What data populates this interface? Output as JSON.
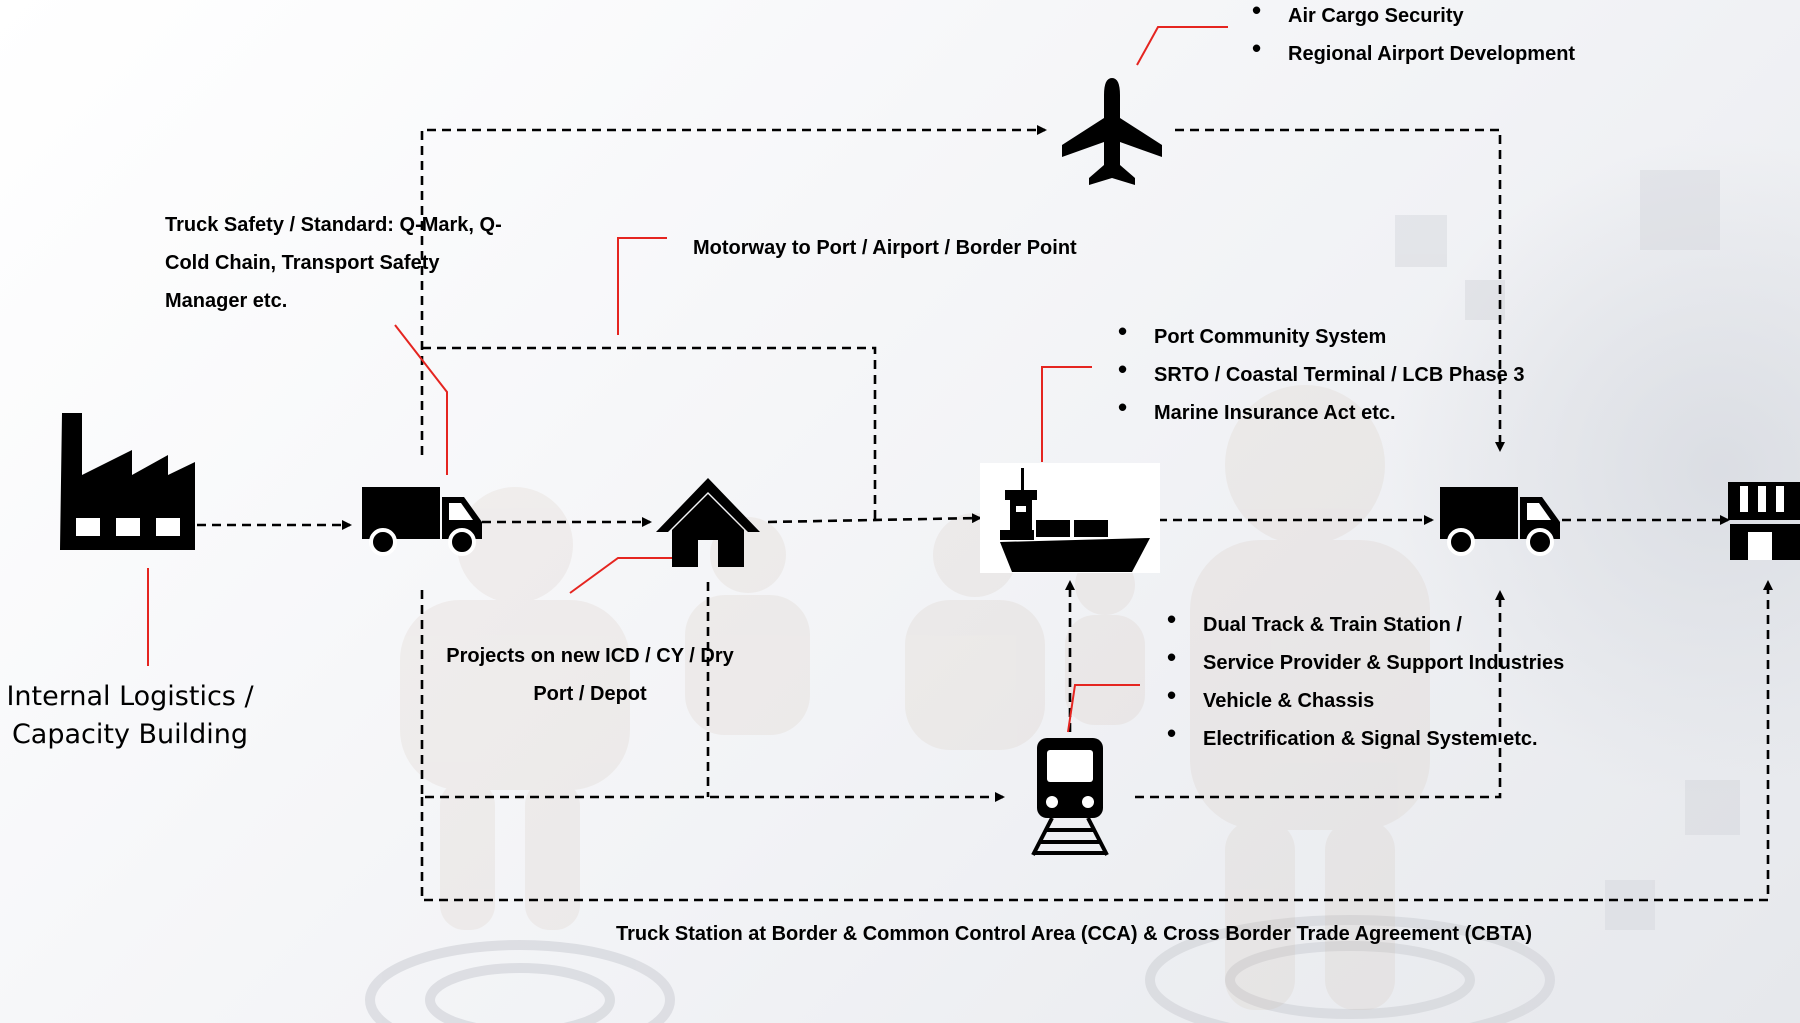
{
  "colors": {
    "ink": "#000000",
    "leader": "#e52520"
  },
  "icons": [
    "factory-icon",
    "truck-icon",
    "house-icon",
    "cargo-ship-icon",
    "airplane-icon",
    "train-icon",
    "store-icon"
  ],
  "captions": {
    "internal_logistics": [
      "Internal Logistics /",
      "Capacity Building"
    ]
  },
  "labels": {
    "truck_safety": [
      "Truck Safety / Standard: Q-Mark, Q-",
      "Cold Chain, Transport Safety",
      "Manager etc."
    ],
    "motorway": "Motorway to Port / Airport / Border Point",
    "icd_projects": [
      "Projects on new ICD / CY / Dry",
      "Port / Depot"
    ],
    "border": "Truck Station at Border & Common Control Area (CCA) & Cross Border Trade Agreement (CBTA)"
  },
  "air_items": [
    "Air Cargo Security",
    "Regional Airport Development"
  ],
  "port_items": [
    "Port Community System",
    "SRTO / Coastal Terminal / LCB Phase 3",
    "Marine Insurance Act etc."
  ],
  "rail_items": [
    "Dual Track & Train Station /",
    "Service Provider & Support Industries",
    "Vehicle & Chassis",
    "Electrification & Signal System etc."
  ]
}
